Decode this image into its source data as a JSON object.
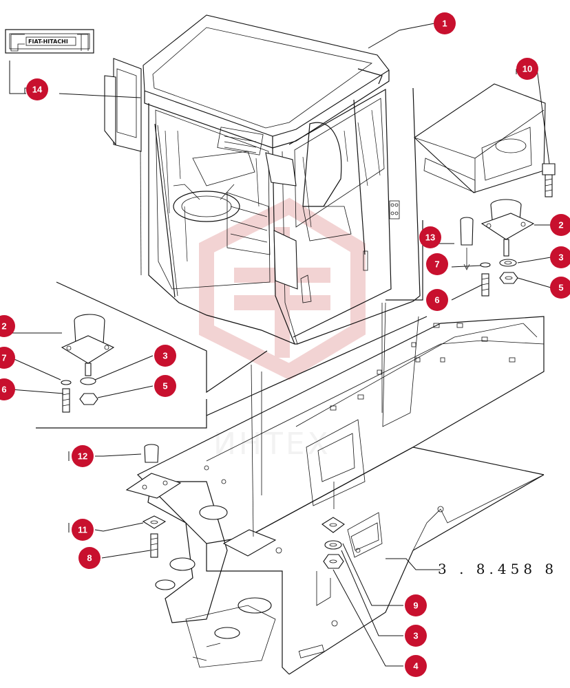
{
  "logo": {
    "text": "FIAT-HITACHI"
  },
  "watermark": {
    "text": "ИНТЕХ"
  },
  "reference": {
    "text": "3 . 8.458 8"
  },
  "callouts": [
    {
      "num": "1"
    },
    {
      "num": "10"
    },
    {
      "num": "14"
    },
    {
      "num": "2"
    },
    {
      "num": "3"
    },
    {
      "num": "5"
    },
    {
      "num": "13"
    },
    {
      "num": "7"
    },
    {
      "num": "6"
    },
    {
      "num": "2"
    },
    {
      "num": "7"
    },
    {
      "num": "3"
    },
    {
      "num": "6"
    },
    {
      "num": "5"
    },
    {
      "num": "12"
    },
    {
      "num": "11"
    },
    {
      "num": "8"
    },
    {
      "num": "9"
    },
    {
      "num": "3"
    },
    {
      "num": "4"
    }
  ],
  "colors": {
    "callout": "#c8102e",
    "watermark": "#e8b0b0"
  }
}
